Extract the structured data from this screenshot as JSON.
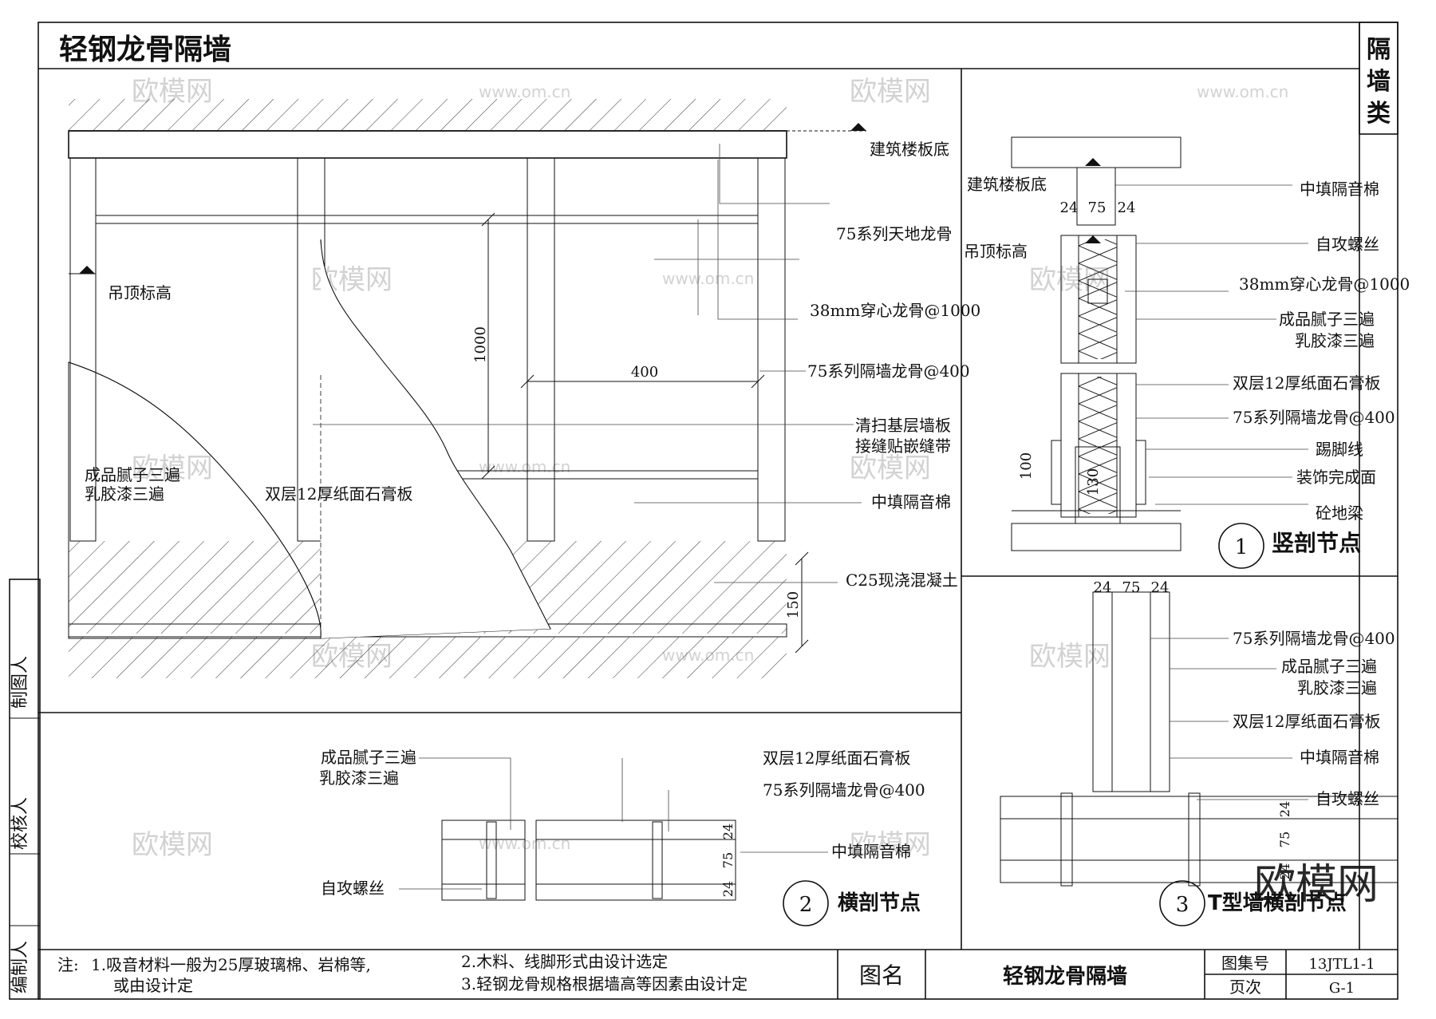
{
  "sheet": {
    "title": "轻钢龙骨隔墙",
    "category": [
      "隔",
      "墙",
      "类"
    ],
    "side_labels": [
      "制图人",
      "校核人",
      "编制人"
    ]
  },
  "elevation": {
    "labels": {
      "floor_slab": "建筑楼板底",
      "ceiling_level": "吊顶标高",
      "top_track": "75系列天地龙骨",
      "cross_stud": "38mm穿心龙骨@1000",
      "stud": "75系列隔墙龙骨@400",
      "joint_line1": "清扫基层墙板",
      "joint_line2": "接缝贴嵌缝带",
      "insulation": "中填隔音棉",
      "concrete": "C25现浇混凝土",
      "finish_line1": "成品腻子三遍",
      "finish_line2": "乳胶漆三遍",
      "board": "双层12厚纸面石膏板"
    },
    "dims": {
      "height": "1000",
      "spacing": "400",
      "curb": "150"
    }
  },
  "vertical_section": {
    "title": "竖剖节点",
    "number": "1",
    "labels": {
      "floor_slab": "建筑楼板底",
      "ceiling_level": "吊顶标高",
      "insulation": "中填隔音棉",
      "screw": "自攻螺丝",
      "cross_stud": "38mm穿心龙骨@1000",
      "finish_line1": "成品腻子三遍",
      "finish_line2": "乳胶漆三遍",
      "board": "双层12厚纸面石膏板",
      "stud": "75系列隔墙龙骨@400",
      "skirting": "踢脚线",
      "finish_floor": "装饰完成面",
      "beam": "砼地梁"
    },
    "dims": {
      "a": "24",
      "b": "75",
      "c": "24",
      "skirt": "100",
      "beam": "130"
    }
  },
  "horizontal_section": {
    "title": "横剖节点",
    "number": "2",
    "labels": {
      "finish_line1": "成品腻子三遍",
      "finish_line2": "乳胶漆三遍",
      "board": "双层12厚纸面石膏板",
      "stud": "75系列隔墙龙骨@400",
      "insulation": "中填隔音棉",
      "screw": "自攻螺丝"
    },
    "dims": {
      "a": "24",
      "b": "75",
      "c": "24"
    }
  },
  "t_section": {
    "title": "T型墙横剖节点",
    "number": "3",
    "labels": {
      "stud": "75系列隔墙龙骨@400",
      "finish_line1": "成品腻子三遍",
      "finish_line2": "乳胶漆三遍",
      "board": "双层12厚纸面石膏板",
      "insulation": "中填隔音棉",
      "screw": "自攻螺丝"
    },
    "dims": {
      "a": "24",
      "b": "75",
      "c": "24"
    }
  },
  "notes": {
    "prefix": "注:",
    "n1a": "1.吸音材料一般为25厚玻璃棉、岩棉等,",
    "n1b": "或由设计定",
    "n2": "2.木料、线脚形式由设计选定",
    "n3": "3.轻钢龙骨规格根据墙高等因素由设计定"
  },
  "title_block": {
    "name_label": "图名",
    "name": "轻钢龙骨隔墙",
    "atlas_label": "图集号",
    "atlas": "13JTL1-1",
    "page_label": "页次",
    "page": "G-1"
  },
  "watermark": {
    "logo": "欧模网",
    "url": "www.om.cn"
  }
}
